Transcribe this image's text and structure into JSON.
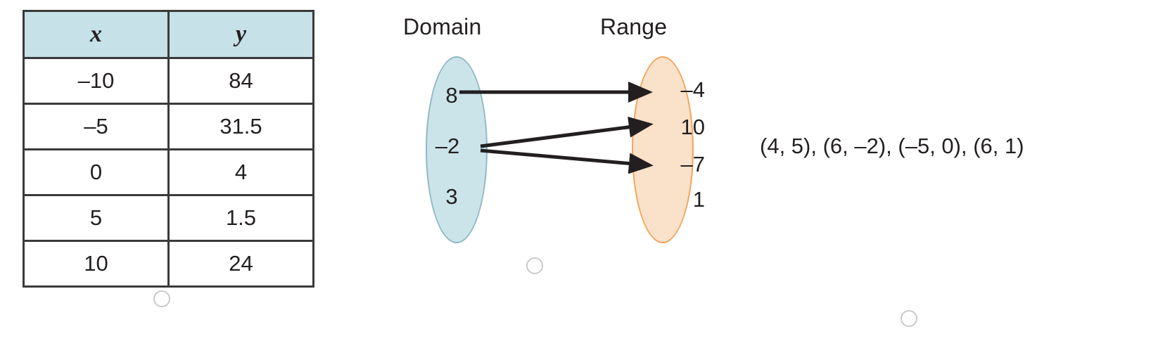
{
  "options": {
    "table": {
      "headers": [
        "x",
        "y"
      ],
      "rows": [
        [
          "–10",
          "84"
        ],
        [
          "–5",
          "31.5"
        ],
        [
          "0",
          "4"
        ],
        [
          "5",
          "1.5"
        ],
        [
          "10",
          "24"
        ]
      ]
    },
    "mapping": {
      "domain_label": "Domain",
      "range_label": "Range",
      "domain_values": [
        "8",
        "–2",
        "3"
      ],
      "range_values": [
        "–4",
        "10",
        "–7",
        "1"
      ],
      "arrows": [
        {
          "from": "8",
          "to": "–4"
        },
        {
          "from": "–2",
          "to": "10"
        },
        {
          "from": "–2",
          "to": "–7"
        }
      ],
      "colors": {
        "domain_fill": "#cbe4ea",
        "domain_stroke": "#8fb9c4",
        "range_fill": "#fae1c9",
        "range_stroke": "#f0a55a",
        "arrow": "#231f20"
      }
    },
    "pairs": {
      "text": "(4, 5), (6, –2), (–5, 0), (6, 1)"
    }
  },
  "radios": {
    "table_selected": false,
    "mapping_selected": false,
    "pairs_selected": false
  },
  "colors": {
    "table_header_bg": "#c6e1e8",
    "table_border": "#3a3a3a",
    "text": "#231f20",
    "radio_border": "#c9c9c9"
  }
}
